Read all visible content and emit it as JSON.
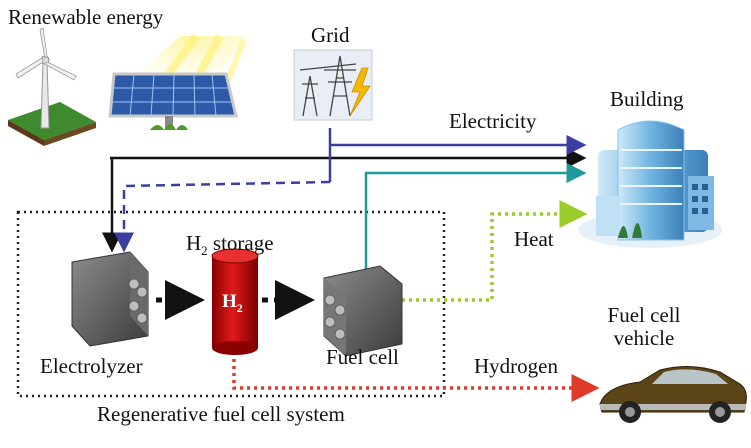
{
  "labels": {
    "renewable": "Renewable energy",
    "grid": "Grid",
    "building": "Building",
    "electricity": "Electricity",
    "h2_storage_main": "H",
    "h2_storage_sub": "2",
    "h2_storage_rest": " storage",
    "heat": "Heat",
    "fuel_cell_vehicle_line1": "Fuel cell",
    "fuel_cell_vehicle_line2": "vehicle",
    "electrolyzer": "Electrolyzer",
    "fuel_cell": "Fuel cell",
    "hydrogen": "Hydrogen",
    "system": "Regenerative fuel cell system",
    "tank_main": "H",
    "tank_sub": "2"
  },
  "colors": {
    "blue_line": "#3b3fa0",
    "teal_line": "#1f9a9a",
    "heat_line": "#9ccc2a",
    "hydrogen_line": "#e03a2a",
    "tank_red": "#cc1111"
  }
}
